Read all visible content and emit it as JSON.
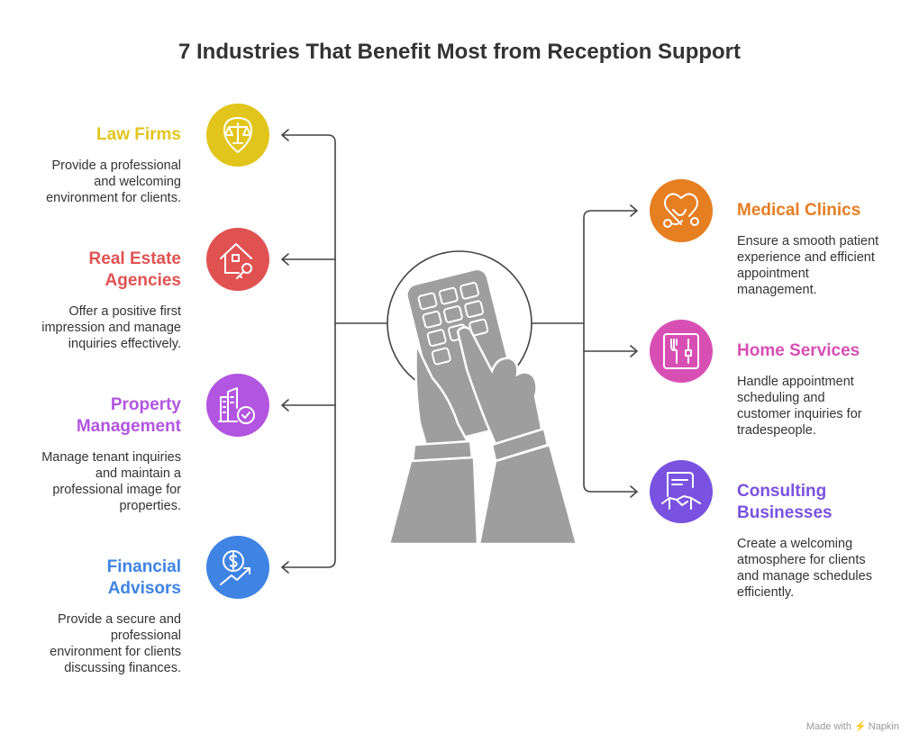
{
  "title": "7 Industries That Benefit Most from Reception Support",
  "colors": {
    "law": "#E2C51C",
    "real_estate": "#E05252",
    "property": "#B255E0",
    "financial": "#3F83E3",
    "medical": "#E67E22",
    "home": "#D84FB4",
    "consulting": "#7A52E0",
    "connector": "#444444",
    "illustration": "#9E9E9E"
  },
  "items": {
    "law": {
      "heading": "Law Firms",
      "desc": [
        "Provide a professional",
        "and welcoming",
        "environment for clients."
      ],
      "icon": "scales-of-justice-icon"
    },
    "real_estate": {
      "heading": [
        "Real Estate",
        "Agencies"
      ],
      "desc": [
        "Offer a positive first",
        "impression and manage",
        "inquiries effectively."
      ],
      "icon": "house-key-icon"
    },
    "property": {
      "heading": [
        "Property",
        "Management"
      ],
      "desc": [
        "Manage tenant inquiries",
        "and maintain a",
        "professional image for",
        "properties."
      ],
      "icon": "building-check-icon"
    },
    "financial": {
      "heading": [
        "Financial",
        "Advisors"
      ],
      "desc": [
        "Provide a secure and",
        "professional",
        "environment for clients",
        "discussing finances."
      ],
      "icon": "dollar-growth-icon"
    },
    "medical": {
      "heading": "Medical Clinics",
      "desc": [
        "Ensure a smooth patient",
        "experience and efficient",
        "appointment",
        "management."
      ],
      "icon": "heart-stethoscope-icon"
    },
    "home": {
      "heading": "Home Services",
      "desc": [
        "Handle appointment",
        "scheduling and",
        "customer inquiries for",
        "tradespeople."
      ],
      "icon": "tools-icon"
    },
    "consulting": {
      "heading": [
        "Consulting",
        "Businesses"
      ],
      "desc": [
        "Create a welcoming",
        "atmosphere for clients",
        "and manage schedules",
        "efficiently."
      ],
      "icon": "contract-handshake-icon"
    }
  },
  "footer": {
    "made_with": "Made with",
    "brand": "Napkin"
  }
}
